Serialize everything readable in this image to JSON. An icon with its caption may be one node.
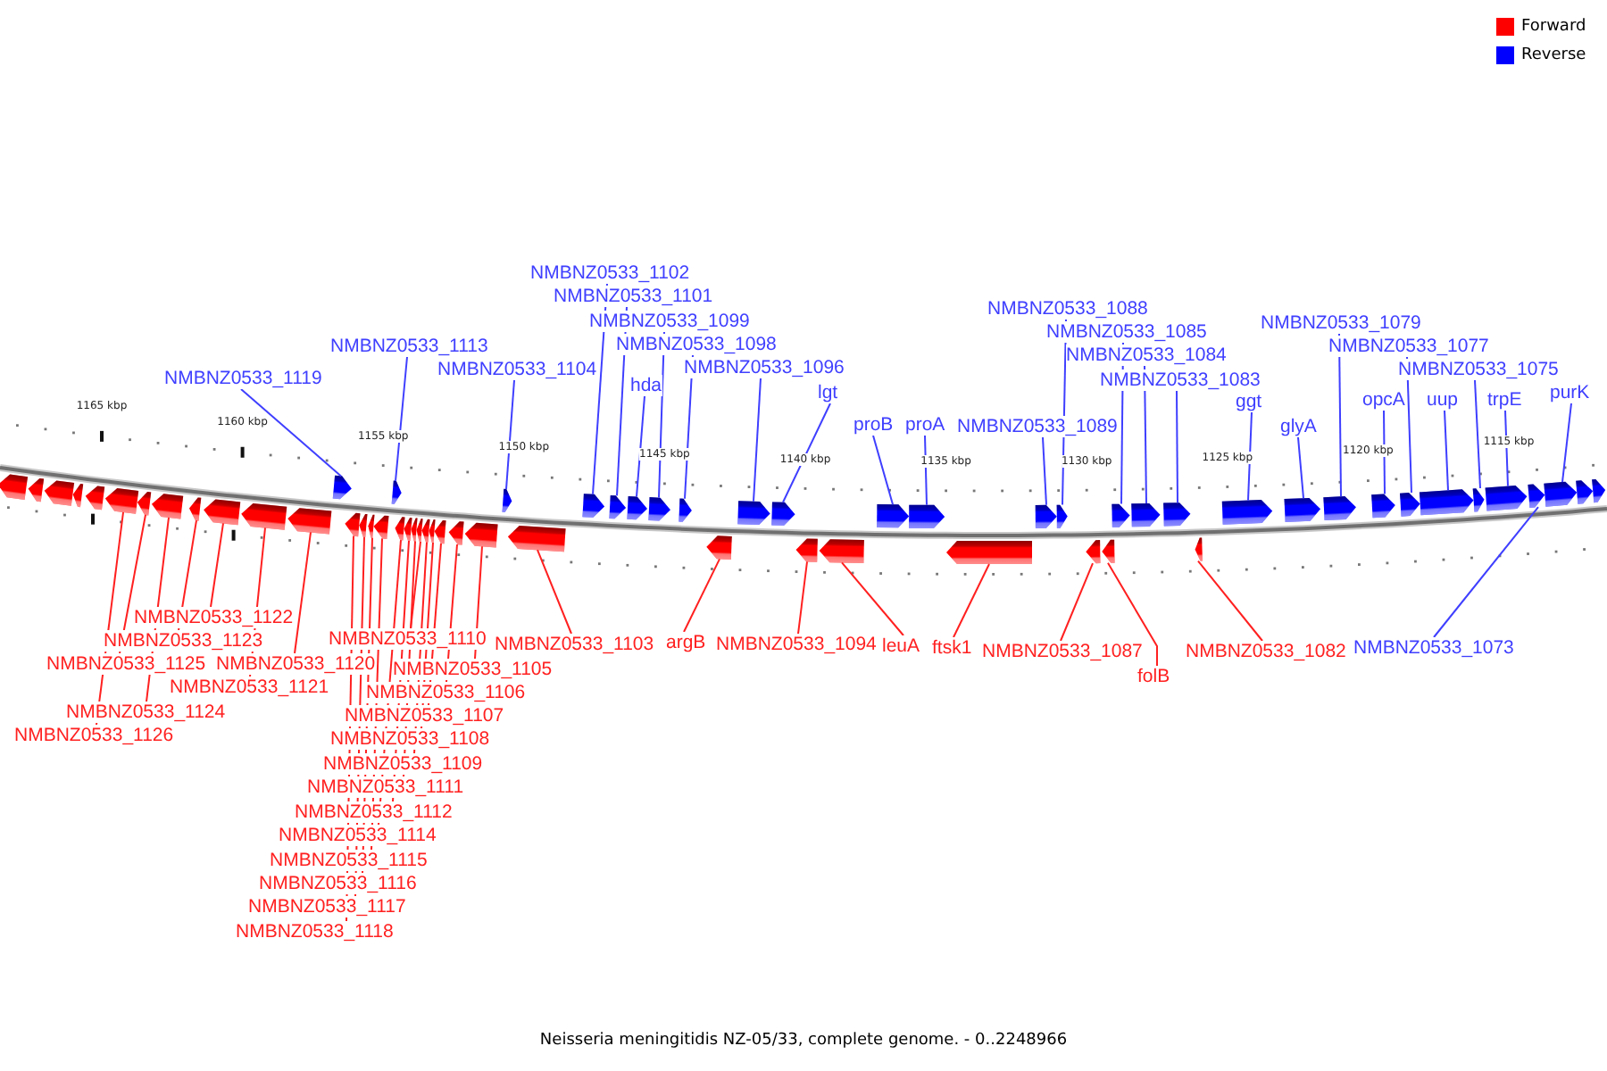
{
  "diagram": {
    "caption": "Neisseria meningitidis NZ-05/33, complete genome. - 0..2248966",
    "nodes": [
      {
        "text": [
          "NMBNZ0533_1119"
        ]
      },
      {
        "text": [
          "NMBNZ0533_1113"
        ]
      },
      {
        "text": [
          "NMBNZ0533_1104"
        ]
      },
      {
        "text": [
          "NMBNZ0533_1102"
        ]
      },
      {
        "text": [
          "NMBNZ0533_1101"
        ]
      },
      {
        "text": [
          "NMBNZ0533_1099"
        ]
      },
      {
        "text": [
          "hda"
        ]
      },
      {
        "text": [
          "NMBNZ0533_1098"
        ]
      },
      {
        "text": [
          "NMBNZ0533_1096"
        ]
      },
      {
        "text": [
          "lgt"
        ]
      },
      {
        "text": [
          "proB"
        ]
      },
      {
        "text": [
          "proA"
        ]
      },
      {
        "text": [
          "NMBNZ0533_1089"
        ]
      },
      {
        "text": [
          "NMBNZ0533_1088"
        ]
      },
      {
        "text": [
          "NMBNZ0533_1085"
        ]
      },
      {
        "text": [
          "NMBNZ0533_1084"
        ]
      },
      {
        "text": [
          "NMBNZ0533_1083"
        ]
      },
      {
        "text": [
          "ggt"
        ]
      },
      {
        "text": [
          "glyA"
        ]
      },
      {
        "text": [
          "NMBNZ0533_1079"
        ]
      },
      {
        "text": [
          "NMBNZ0533_1077"
        ]
      },
      {
        "text": [
          "NMBNZ0533_1075"
        ]
      },
      {
        "text": [
          "opcA"
        ]
      },
      {
        "text": [
          "uup"
        ]
      },
      {
        "text": [
          "trpE"
        ]
      },
      {
        "text": [
          "purK"
        ]
      },
      {
        "text": [
          "NMBNZ0533_1122"
        ]
      },
      {
        "text": [
          "NMBNZ0533_1123"
        ]
      },
      {
        "text": [
          "NMBNZ0533_1125"
        ]
      },
      {
        "text": [
          "NMBNZ0533_1120"
        ]
      },
      {
        "text": [
          "NMBNZ0533_1121"
        ]
      },
      {
        "text": [
          "NMBNZ0533_1124"
        ]
      },
      {
        "text": [
          "NMBNZ0533_1126"
        ]
      },
      {
        "text": [
          "NMBNZ0533_1110"
        ]
      },
      {
        "text": [
          "NMBNZ0533_1103"
        ]
      },
      {
        "text": [
          "argB"
        ]
      },
      {
        "text": [
          "NMBNZ0533_1094"
        ]
      },
      {
        "text": [
          "leuA"
        ]
      },
      {
        "text": [
          "ftsk1"
        ]
      },
      {
        "text": [
          "NMBNZ0533_1087"
        ]
      },
      {
        "text": [
          "folB"
        ]
      },
      {
        "text": [
          "NMBNZ0533_1082"
        ]
      },
      {
        "text": [
          "NMBNZ0533_1073"
        ]
      },
      {
        "text": [
          "NMBNZ0533_1105"
        ]
      },
      {
        "text": [
          "NMBNZ0533_1106"
        ]
      },
      {
        "text": [
          "NMBNZ0533_1107"
        ]
      },
      {
        "text": [
          "NMBNZ0533_1108"
        ]
      },
      {
        "text": [
          "NMBNZ0533_1109"
        ]
      },
      {
        "text": [
          "NMBNZ0533_1111"
        ]
      },
      {
        "text": [
          "NMBNZ0533_1112"
        ]
      },
      {
        "text": [
          "NMBNZ0533_1114"
        ]
      },
      {
        "text": [
          "NMBNZ0533_1115"
        ]
      },
      {
        "text": [
          "NMBNZ0533_1116"
        ]
      },
      {
        "text": [
          "NMBNZ0533_1117"
        ]
      },
      {
        "text": [
          "NMBNZ0533_1118"
        ]
      },
      {
        "text": [],
        "shape": "arrow"
      },
      {
        "text": [],
        "shape": "arrow"
      },
      {
        "text": [],
        "shape": "arrow"
      },
      {
        "text": [],
        "shape": "arrow"
      },
      {
        "text": [],
        "shape": "arrow"
      },
      {
        "text": [],
        "shape": "arrow"
      },
      {
        "text": [],
        "shape": "arrow"
      },
      {
        "text": [],
        "shape": "arrow"
      },
      {
        "text": [],
        "shape": "arrow"
      },
      {
        "text": [],
        "shape": "arrow"
      },
      {
        "text": [],
        "shape": "arrow"
      },
      {
        "text": [],
        "shape": "arrow"
      },
      {
        "text": [],
        "shape": "arrow"
      },
      {
        "text": [],
        "shape": "arrow"
      },
      {
        "text": [],
        "shape": "arrow"
      },
      {
        "text": [],
        "shape": "arrow"
      },
      {
        "text": [],
        "shape": "arrow"
      },
      {
        "text": [],
        "shape": "arrow"
      },
      {
        "text": [],
        "shape": "arrow"
      },
      {
        "text": [],
        "shape": "arrow"
      },
      {
        "text": [],
        "shape": "arrow"
      },
      {
        "text": [],
        "shape": "arrow"
      },
      {
        "text": [],
        "shape": "arrow"
      },
      {
        "text": [],
        "shape": "arrow"
      },
      {
        "text": [],
        "shape": "arrow"
      },
      {
        "text": [],
        "shape": "arrow"
      },
      {
        "text": [],
        "shape": "arrow"
      },
      {
        "text": [],
        "shape": "arrow"
      },
      {
        "text": [],
        "shape": "arrow"
      },
      {
        "text": [],
        "shape": "arrow"
      },
      {
        "text": [],
        "shape": "arrow"
      },
      {
        "text": [],
        "shape": "arrow"
      },
      {
        "text": [],
        "shape": "arrow"
      },
      {
        "text": [],
        "shape": "arrow"
      },
      {
        "text": [],
        "shape": "arrow"
      },
      {
        "text": [],
        "shape": "arrow"
      },
      {
        "text": [],
        "shape": "arrow"
      },
      {
        "text": [],
        "shape": "arrow"
      },
      {
        "text": [],
        "shape": "arrow"
      },
      {
        "text": [],
        "shape": "arrow"
      },
      {
        "text": [],
        "shape": "arrow"
      },
      {
        "text": [],
        "shape": "arrow"
      },
      {
        "text": [],
        "shape": "arrow"
      },
      {
        "text": [],
        "shape": "arrow"
      },
      {
        "text": [],
        "shape": "arrow"
      },
      {
        "text": [],
        "shape": "arrow"
      },
      {
        "text": [],
        "shape": "arrow"
      },
      {
        "text": [],
        "shape": "arrow"
      },
      {
        "text": [],
        "shape": "arrow"
      },
      {
        "text": [],
        "shape": "arrow"
      },
      {
        "text": [],
        "shape": "arrow"
      },
      {
        "text": [],
        "shape": "arrow"
      },
      {
        "text": [],
        "shape": "arrow"
      },
      {
        "text": [],
        "shape": "arrow"
      },
      {
        "text": [],
        "shape": "arrow"
      },
      {
        "text": [],
        "shape": "arrow"
      },
      {
        "text": [],
        "shape": "arrow"
      },
      {
        "text": [],
        "shape": "arrow"
      },
      {
        "text": [],
        "shape": "arrow"
      },
      {
        "text": [],
        "shape": "arrow"
      },
      {
        "text": [],
        "shape": "arrow"
      },
      {
        "text": [],
        "shape": "arrow"
      }
    ],
    "edges": [
      {
        "from": 0,
        "to": 55,
        "arrow": "none",
        "color": "#3f3fff"
      },
      {
        "from": 1,
        "to": 56,
        "arrow": "none",
        "color": "#3f3fff"
      },
      {
        "from": 2,
        "to": 57,
        "arrow": "none",
        "color": "#3f3fff"
      },
      {
        "from": 3,
        "to": 58,
        "arrow": "none",
        "color": "#3f3fff"
      },
      {
        "from": 4,
        "to": 59,
        "arrow": "none",
        "color": "#3f3fff"
      },
      {
        "from": 5,
        "to": 61,
        "arrow": "none",
        "color": "#3f3fff"
      },
      {
        "from": 6,
        "to": 60,
        "arrow": "none",
        "color": "#3f3fff"
      },
      {
        "from": 7,
        "to": 62,
        "arrow": "none",
        "color": "#3f3fff"
      },
      {
        "from": 8,
        "to": 63,
        "arrow": "none",
        "color": "#3f3fff"
      },
      {
        "from": 9,
        "to": 64,
        "arrow": "none",
        "color": "#3f3fff"
      },
      {
        "from": 10,
        "to": 65,
        "arrow": "none",
        "color": "#3f3fff"
      },
      {
        "from": 11,
        "to": 66,
        "arrow": "none",
        "color": "#3f3fff"
      },
      {
        "from": 12,
        "to": 67,
        "arrow": "none",
        "color": "#3f3fff"
      },
      {
        "from": 13,
        "to": 68,
        "arrow": "none",
        "color": "#3f3fff"
      },
      {
        "from": 14,
        "to": 69,
        "arrow": "none",
        "color": "#3f3fff"
      },
      {
        "from": 15,
        "to": 70,
        "arrow": "none",
        "color": "#3f3fff"
      },
      {
        "from": 16,
        "to": 71,
        "arrow": "none",
        "color": "#3f3fff"
      },
      {
        "from": 17,
        "to": 72,
        "arrow": "none",
        "color": "#3f3fff"
      },
      {
        "from": 18,
        "to": 73,
        "arrow": "none",
        "color": "#3f3fff"
      },
      {
        "from": 19,
        "to": 74,
        "arrow": "none",
        "color": "#3f3fff"
      },
      {
        "from": 20,
        "to": 76,
        "arrow": "none",
        "color": "#3f3fff"
      },
      {
        "from": 21,
        "to": 78,
        "arrow": "none",
        "color": "#3f3fff"
      },
      {
        "from": 22,
        "to": 75,
        "arrow": "none",
        "color": "#3f3fff"
      },
      {
        "from": 23,
        "to": 77,
        "arrow": "none",
        "color": "#3f3fff"
      },
      {
        "from": 24,
        "to": 79,
        "arrow": "none",
        "color": "#3f3fff"
      },
      {
        "from": 25,
        "to": 81,
        "arrow": "none",
        "color": "#3f3fff"
      },
      {
        "from": 26,
        "to": 93,
        "arrow": "none"
      },
      {
        "from": 27,
        "to": 92,
        "arrow": "none"
      },
      {
        "from": 28,
        "to": 90,
        "arrow": "none"
      },
      {
        "from": 29,
        "to": 95,
        "arrow": "none"
      },
      {
        "from": 30,
        "to": 94,
        "arrow": "none"
      },
      {
        "from": 31,
        "to": 91,
        "arrow": "none"
      },
      {
        "from": 32,
        "to": 89,
        "arrow": "none"
      },
      {
        "from": 33,
        "to": 103,
        "arrow": "none"
      },
      {
        "from": 34,
        "to": 109,
        "arrow": "none"
      },
      {
        "from": 35,
        "to": 110,
        "arrow": "none"
      },
      {
        "from": 36,
        "to": 111,
        "arrow": "none"
      },
      {
        "from": 37,
        "to": 112,
        "arrow": "none"
      },
      {
        "from": 38,
        "to": 113,
        "arrow": "none"
      },
      {
        "from": 39,
        "to": 114,
        "arrow": "none"
      },
      {
        "from": 40,
        "to": 115,
        "arrow": "none"
      },
      {
        "from": 41,
        "to": 116,
        "arrow": "none"
      },
      {
        "from": 42,
        "to": 80,
        "arrow": "none",
        "color": "#3f3fff"
      },
      {
        "from": 43,
        "to": 108,
        "arrow": "none"
      },
      {
        "from": 44,
        "to": 107,
        "arrow": "none"
      },
      {
        "from": 45,
        "to": 106,
        "arrow": "none"
      },
      {
        "from": 46,
        "to": 105,
        "arrow": "none"
      },
      {
        "from": 47,
        "to": 104,
        "arrow": "none"
      },
      {
        "from": 48,
        "to": 102,
        "arrow": "none"
      },
      {
        "from": 49,
        "to": 101,
        "arrow": "none"
      },
      {
        "from": 50,
        "to": 100,
        "arrow": "none"
      },
      {
        "from": 51,
        "to": 99,
        "arrow": "none"
      },
      {
        "from": 52,
        "to": 98,
        "arrow": "none"
      },
      {
        "from": 53,
        "to": 97,
        "arrow": "none"
      },
      {
        "from": 54,
        "to": 96,
        "arrow": "none"
      }
    ],
    "labels": [
      "1165 kbp",
      "1160 kbp",
      "1155 kbp",
      "1150 kbp",
      "1145 kbp",
      "1140 kbp",
      "1135 kbp",
      "1130 kbp",
      "1125 kbp",
      "1120 kbp",
      "1115 kbp"
    ],
    "legend": [
      {
        "text": "Forward",
        "color": "#ff0000"
      },
      {
        "text": "Reverse",
        "color": "#0000ff"
      }
    ]
  }
}
